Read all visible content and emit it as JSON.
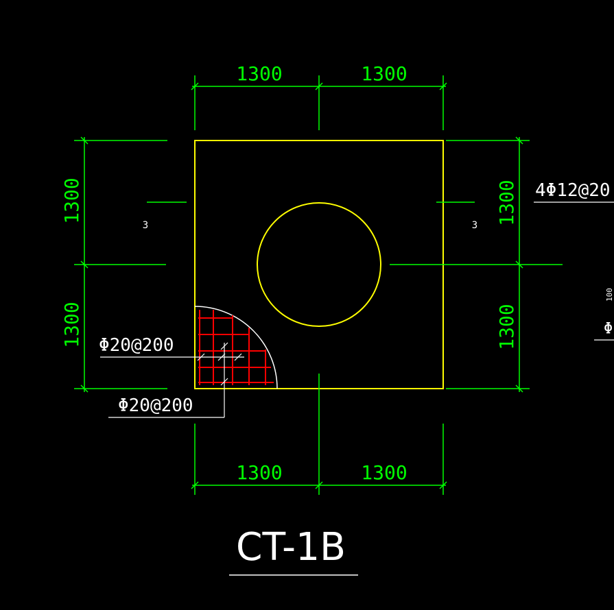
{
  "drawing": {
    "title": "CT-1B",
    "dimensions": {
      "top_left": "1300",
      "top_right": "1300",
      "bottom_left": "1300",
      "bottom_right": "1300",
      "left_upper": "1300",
      "left_lower": "1300",
      "right_upper": "1300",
      "right_lower": "1300"
    },
    "rebar_labels": {
      "upper": "Φ20@200",
      "lower": "Φ20@200",
      "right_side": "4Φ12@20"
    },
    "section_marks": {
      "left": "3",
      "right": "3"
    },
    "edge_fragments": {
      "upper": "100",
      "lower": "Φ"
    },
    "colors": {
      "background": "#000000",
      "dimension": "#00ff00",
      "outline": "#ffff00",
      "rebar": "#ff0000",
      "annotation": "#ffffff"
    }
  }
}
